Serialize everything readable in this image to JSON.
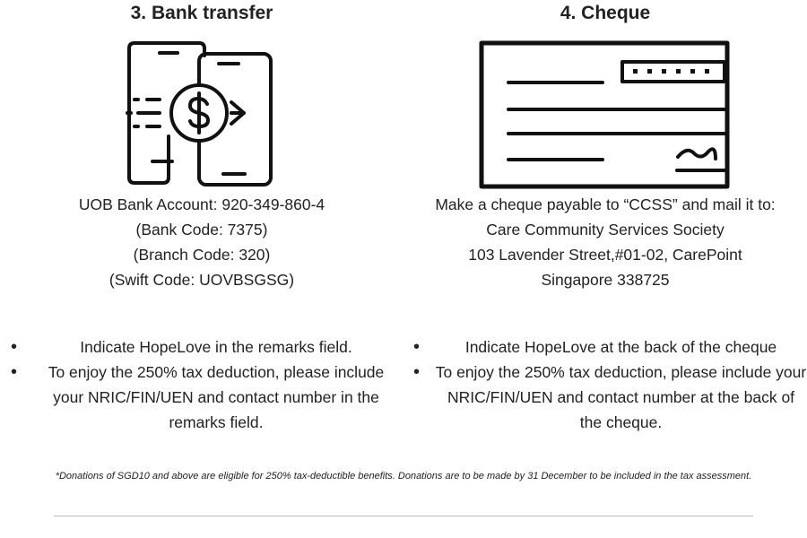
{
  "bank": {
    "heading": "3. Bank transfer",
    "icon": "mobile-bank-transfer-icon",
    "details": [
      "UOB Bank Account: 920-349-860-4",
      "(Bank Code: 7375)",
      "(Branch Code: 320)",
      "(Swift Code: UOVBSGSG)"
    ],
    "bullets": [
      "Indicate HopeLove in the remarks field.",
      "To enjoy the 250% tax deduction, please include your NRIC/FIN/UEN and contact number in the remarks field."
    ]
  },
  "cheque": {
    "heading": "4. Cheque",
    "icon": "cheque-icon",
    "details": [
      "Make a cheque payable to “CCSS” and mail it to:",
      "Care Community Services Society",
      "103 Lavender Street,#01-02, CarePoint",
      "Singapore 338725"
    ],
    "bullets": [
      "Indicate HopeLove at the back of the cheque",
      "To enjoy the 250% tax deduction, please include your NRIC/FIN/UEN and contact number at the back of the cheque."
    ]
  },
  "bullet_glyph": "•",
  "footnote": "*Donations of SGD10 and above are eligible for 250% tax-deductible benefits. Donations are to be made by 31 December to be included in the tax assessment."
}
